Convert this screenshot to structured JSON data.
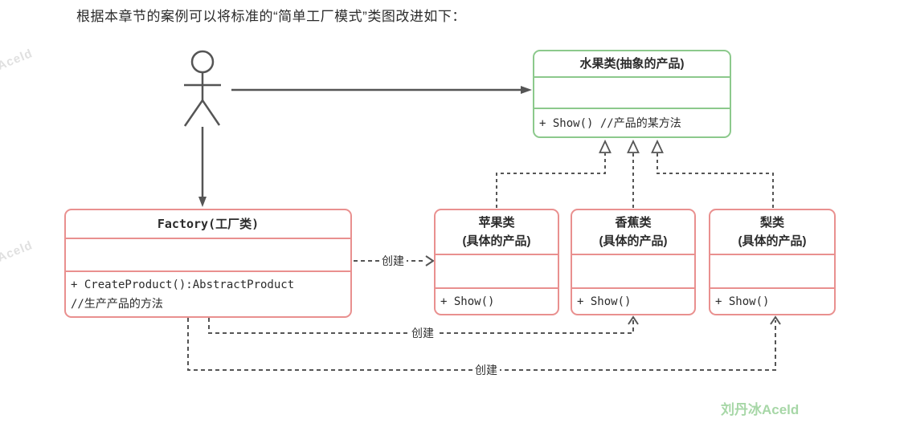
{
  "page": {
    "title": "根据本章节的案例可以将标准的“简单工厂模式”类图改进如下："
  },
  "colors": {
    "abstract_border": "#8cc98c",
    "concrete_border": "#e9908f",
    "line": "#555555",
    "watermark_green": "#a7d7a7",
    "watermark_gray": "#e0e0e0"
  },
  "diagram": {
    "abstract_class": {
      "name": "水果类(抽象的产品)",
      "fields": "",
      "method": "+ Show() //产品的某方法"
    },
    "factory_class": {
      "name": "Factory(工厂类)",
      "fields": "",
      "method_line1": "+ CreateProduct():AbstractProduct",
      "method_line2": "//生产产品的方法"
    },
    "products": [
      {
        "name": "苹果类",
        "subtitle": "(具体的产品)",
        "fields": "",
        "method": "+ Show()"
      },
      {
        "name": "香蕉类",
        "subtitle": "(具体的产品)",
        "fields": "",
        "method": "+ Show()"
      },
      {
        "name": "梨类",
        "subtitle": "(具体的产品)",
        "fields": "",
        "method": "+ Show()"
      }
    ],
    "edge_labels": {
      "create1": "创建",
      "create2": "创建",
      "create3": "创建"
    }
  },
  "watermarks": {
    "signature": "刘丹冰Aceld",
    "left_top": "冰Aceld",
    "left_bottom": "冰Aceld"
  }
}
